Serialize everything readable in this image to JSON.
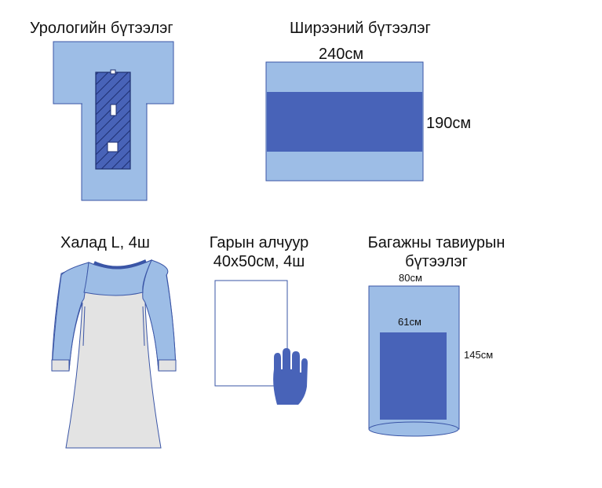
{
  "items": {
    "urology": {
      "title": "Урологийн бүтээлэг"
    },
    "table": {
      "title": "Ширээний бүтээлэг",
      "width": "240см",
      "height": "190см"
    },
    "gown": {
      "title": "Халад L, 4ш"
    },
    "towel": {
      "title_line1": "Гарын алчуур",
      "title_line2": "40x50см, 4ш"
    },
    "leg": {
      "title_line1": "Багажны тавиурын",
      "title_line2": "бүтээлэг",
      "top_width": "80см",
      "inner_width": "61см",
      "height": "145см"
    }
  },
  "colors": {
    "light_blue": "#9dbde6",
    "dark_blue": "#4863b8",
    "outline": "#3a55a6",
    "white": "#ffffff"
  }
}
